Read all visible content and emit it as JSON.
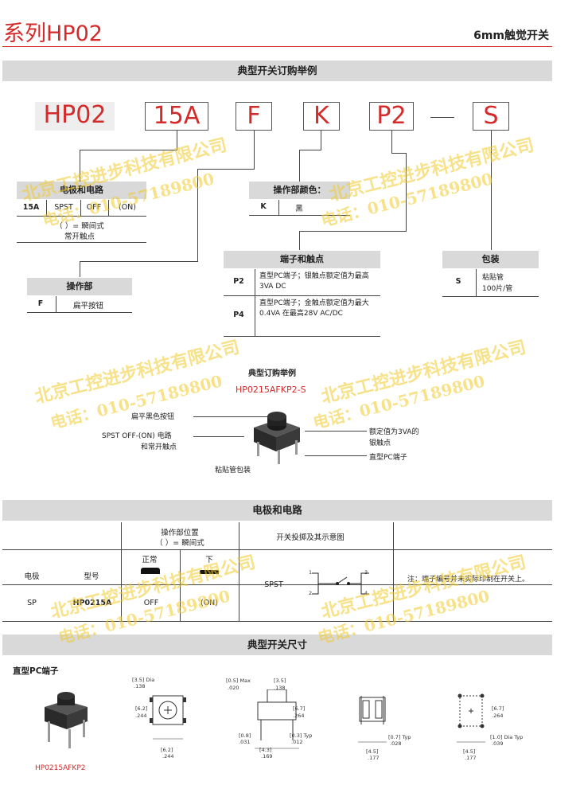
{
  "header": {
    "series": "系列HP02",
    "product": "6mm触觉开关"
  },
  "sections": {
    "ordering": "典型开关订购举例",
    "circuit": "电极和电路",
    "dimensions": "典型开关尺寸"
  },
  "code_boxes": [
    "HP02",
    "15A",
    "F",
    "K",
    "P2",
    "S"
  ],
  "circuit_box": {
    "title": "电极和电路",
    "code": "15A",
    "c1": "SPST",
    "c2": "OFF",
    "c3": "(ON)",
    "note1": "（ ）= 瞬间式",
    "note2": "常开触点"
  },
  "actuator_box": {
    "title": "操作部",
    "code": "F",
    "desc": "扁平按钮"
  },
  "color_box": {
    "title": "操作部颜色：",
    "code": "K",
    "desc": "黑"
  },
  "terminal_box": {
    "title": "端子和触点",
    "rows": [
      {
        "code": "P2",
        "desc": "直型PC端子；银触点额定值为最高3VA DC"
      },
      {
        "code": "P4",
        "desc": "直型PC端子；金触点额定值为最大0.4VA 在最高28V AC/DC"
      }
    ]
  },
  "package_box": {
    "title": "包装",
    "code": "S",
    "desc1": "粘贴管",
    "desc2": "100片/管"
  },
  "example": {
    "title": "典型订购举例",
    "part": "HP0215AFKP2-S",
    "l1": "扁平黑色按钮",
    "l2a": "SPST  OFF-(ON) 电路",
    "l2b": "和常开触点",
    "l3": "粘贴管包装",
    "r1a": "额定值为3VA的",
    "r1b": "银触点",
    "r2": "直型PC端子"
  },
  "circuit_table": {
    "h_pos1": "操作部位置",
    "h_pos2": "（ ）= 瞬间式",
    "h_diagram": "开关投掷及其示意图",
    "h_normal": "正常",
    "h_down": "下",
    "h_pole": "电极",
    "h_model": "型号",
    "pole": "SP",
    "model": "HP0215A",
    "off": "OFF",
    "on": "(ON)",
    "spst": "SPST",
    "note": "注：端子编号并未实际印制在开关上。",
    "pins": [
      "1",
      "2",
      "3",
      "4"
    ]
  },
  "dims": {
    "label": "直型PC端子",
    "part": "HP0215AFKP2",
    "d1": "[3.5] Dia",
    "d1b": ".138",
    "d2": "[6.2]",
    "d2b": ".244",
    "d3": "[6.2]",
    "d3b": ".244",
    "d4": "[0.5] Max",
    "d4b": ".020",
    "d5": "[3.5]",
    "d5b": ".138",
    "d6": "[6.7]",
    "d6b": ".264",
    "d7": "[0.8]",
    "d7b": ".031",
    "d8": "[0.3] Typ",
    "d8b": ".012",
    "d9": "[4.3]",
    "d9b": ".169",
    "d10": "[0.7] Typ",
    "d10b": ".028",
    "d11": "[4.5]",
    "d11b": ".177",
    "d12": "[6.7]",
    "d12b": ".264",
    "d13": "[1.0] Dia Typ",
    "d13b": ".039",
    "d14": "[4.5]",
    "d14b": ".177"
  },
  "watermark": {
    "company": "北京工控进步科技有限公司",
    "phone": "电话：010-57189800"
  }
}
